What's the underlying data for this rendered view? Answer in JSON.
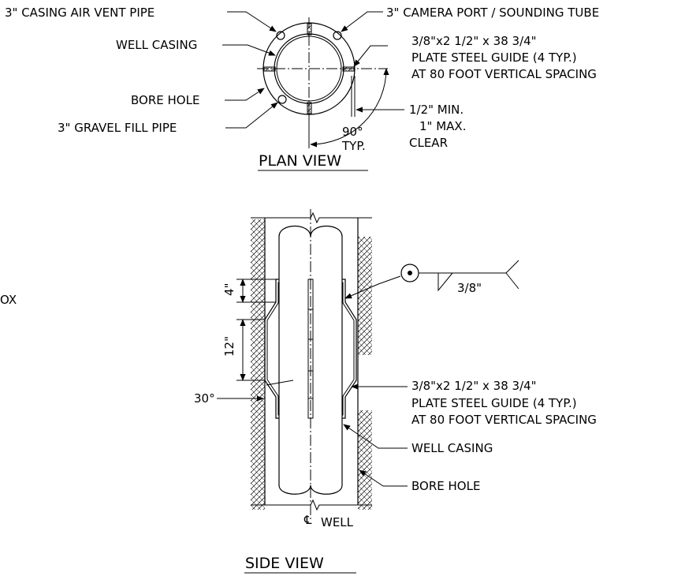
{
  "plan_view": {
    "title": "PLAN VIEW",
    "labels": {
      "air_vent": "3\" CASING AIR VENT PIPE",
      "camera_port": "3\" CAMERA PORT / SOUNDING TUBE",
      "well_casing": "WELL CASING",
      "guide_1": "3/8\"x2 1/2\" x 38 3/4\"",
      "guide_2": "PLATE STEEL GUIDE (4 TYP.)",
      "guide_3": "AT 80 FOOT VERTICAL SPACING",
      "bore_hole": "BORE HOLE",
      "gravel_fill": "3\" GRAVEL FILL PIPE",
      "clear_1": "1/2\" MIN.",
      "clear_2": "1\" MAX.",
      "clear_3": "CLEAR",
      "angle": "90°",
      "angle_typ": "TYP."
    }
  },
  "side_view": {
    "title": "SIDE VIEW",
    "labels": {
      "dim_4": "4\"",
      "dim_12": "12\"",
      "angle_30": "30°",
      "weld": "3/8\"",
      "guide_1": "3/8\"x2 1/2\" x 38 3/4\"",
      "guide_2": "PLATE STEEL GUIDE (4 TYP.)",
      "guide_3": "AT 80 FOOT VERTICAL SPACING",
      "well_casing": "WELL CASING",
      "bore_hole": "BORE HOLE",
      "cl_symbol": "℄",
      "cl_word": "WELL"
    }
  },
  "edge_fragment": "OX"
}
